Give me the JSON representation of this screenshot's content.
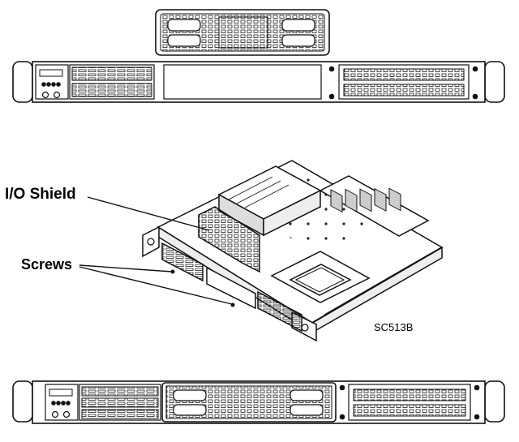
{
  "labels": {
    "io_shield": "I/O Shield",
    "screws": "Screws",
    "model": "SC513B"
  },
  "colors": {
    "line": "#111111",
    "fill": "#ffffff",
    "shade": "#dddddd"
  }
}
